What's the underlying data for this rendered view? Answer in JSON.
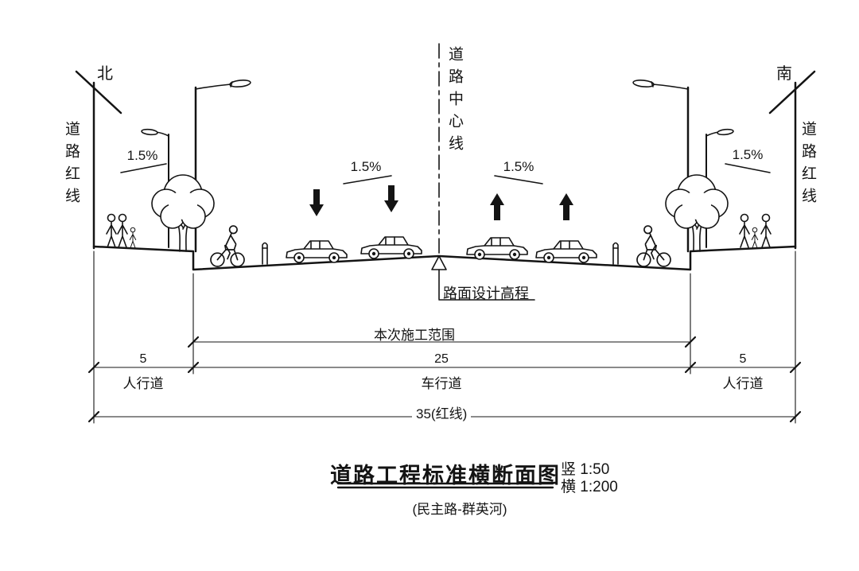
{
  "colors": {
    "ink": "#141414",
    "background": "#ffffff"
  },
  "orientation": {
    "north": "北",
    "south": "南"
  },
  "boundaries": {
    "red_line_left": "道路红线",
    "red_line_right": "道路红线",
    "center_line": "道路中心线"
  },
  "slopes": {
    "sidewalk_left": "1.5%",
    "lane_left": "1.5%",
    "lane_right": "1.5%",
    "sidewalk_right": "1.5%"
  },
  "annotations": {
    "design_elevation": "路面设计高程",
    "construction_range": "本次施工范围"
  },
  "dimensions": {
    "sidewalk_left_value": "5",
    "sidewalk_left_label": "人行道",
    "carriageway_value": "25",
    "carriageway_label": "车行道",
    "sidewalk_right_value": "5",
    "sidewalk_right_label": "人行道",
    "total_value": "35(红线)"
  },
  "title": {
    "main": "道路工程标准横断面图",
    "scale_vertical": "竖 1:50",
    "scale_horizontal": "横 1:200",
    "subtitle": "(民主路-群英河)"
  }
}
